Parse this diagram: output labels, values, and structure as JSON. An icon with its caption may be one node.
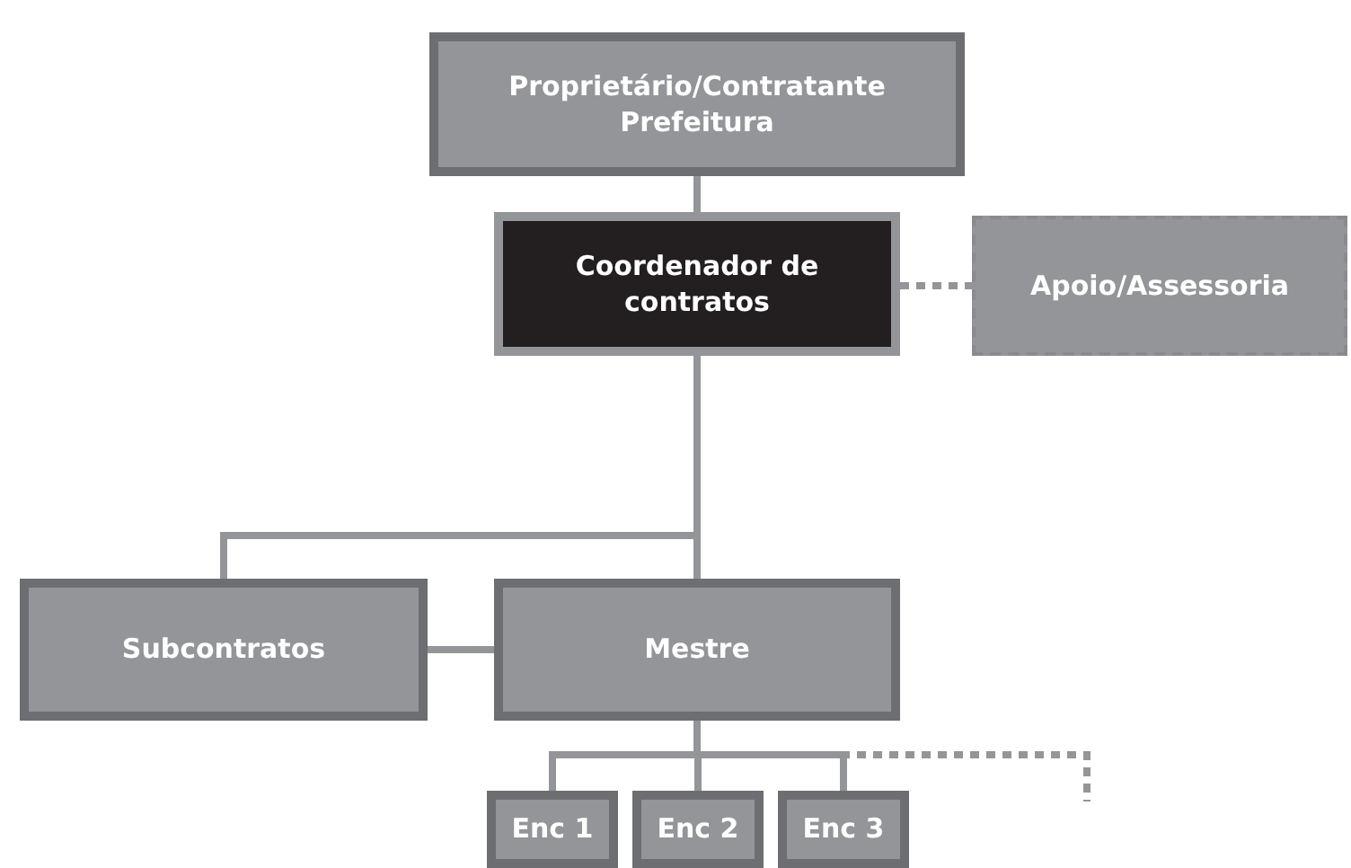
{
  "diagram": {
    "nodes": [
      {
        "text": [
          "Proprietário/Contratante Prefeitura"
        ]
      },
      {
        "text": [
          "Coordenador de contratos"
        ]
      },
      {
        "text": [
          "Apoio/Assessoria"
        ]
      },
      {
        "text": [
          "Subcontratos"
        ]
      },
      {
        "text": [
          "Mestre"
        ]
      },
      {
        "text": [
          "Enc 1"
        ]
      },
      {
        "text": [
          "Enc 2"
        ]
      },
      {
        "text": [
          "Enc 3"
        ]
      }
    ],
    "edges": [
      {
        "from": 0,
        "to": 1,
        "arrow": "none"
      },
      {
        "from": 1,
        "to": 2,
        "arrow": "none",
        "style": "dashed"
      },
      {
        "from": 1,
        "to": 3,
        "arrow": "none"
      },
      {
        "from": 1,
        "to": 4,
        "arrow": "none"
      },
      {
        "from": 3,
        "to": 4,
        "arrow": "none"
      },
      {
        "from": 4,
        "to": 5,
        "arrow": "none"
      },
      {
        "from": 4,
        "to": 6,
        "arrow": "none"
      },
      {
        "from": 4,
        "to": 7,
        "arrow": "none"
      },
      {
        "from": 4,
        "to": null,
        "arrow": "none",
        "style": "dashed"
      }
    ]
  }
}
